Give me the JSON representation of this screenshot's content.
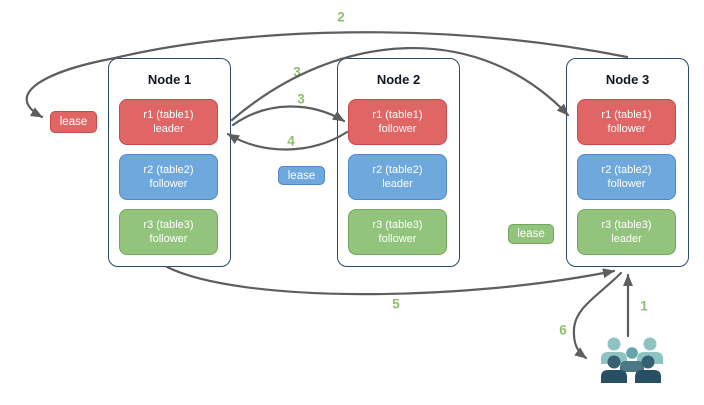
{
  "diagram": {
    "nodes": [
      {
        "title": "Node 1",
        "replicas": [
          {
            "range": "r1 (table1)",
            "role": "leader",
            "color": "#e06666"
          },
          {
            "range": "r2 (table2)",
            "role": "follower",
            "color": "#6fa8dc"
          },
          {
            "range": "r3 (table3)",
            "role": "follower",
            "color": "#93c47d"
          }
        ]
      },
      {
        "title": "Node 2",
        "replicas": [
          {
            "range": "r1 (table1)",
            "role": "follower",
            "color": "#e06666"
          },
          {
            "range": "r2 (table2)",
            "role": "leader",
            "color": "#6fa8dc"
          },
          {
            "range": "r3 (table3)",
            "role": "follower",
            "color": "#93c47d"
          }
        ]
      },
      {
        "title": "Node 3",
        "replicas": [
          {
            "range": "r1 (table1)",
            "role": "follower",
            "color": "#e06666"
          },
          {
            "range": "r2 (table2)",
            "role": "follower",
            "color": "#6fa8dc"
          },
          {
            "range": "r3 (table3)",
            "role": "leader",
            "color": "#93c47d"
          }
        ]
      }
    ],
    "leases": [
      {
        "label": "lease",
        "color": "#e06666"
      },
      {
        "label": "lease",
        "color": "#6fa8dc"
      },
      {
        "label": "lease",
        "color": "#93c47d"
      }
    ],
    "steps": [
      {
        "number": "1"
      },
      {
        "number": "2"
      },
      {
        "number": "3"
      },
      {
        "number": "3"
      },
      {
        "number": "4"
      },
      {
        "number": "5"
      },
      {
        "number": "6"
      }
    ],
    "icons": {
      "users": "users-group-icon"
    },
    "colors": {
      "replica_red": "#e06666",
      "replica_blue": "#6fa8dc",
      "replica_green": "#93c47d",
      "node_border": "#2a4a6b",
      "arrow": "#5e5e5e",
      "step_label": "#8cbf6b",
      "users_light": "#8fc3c2",
      "users_mid": "#62a5ad",
      "users_dark": "#2d5668"
    }
  }
}
